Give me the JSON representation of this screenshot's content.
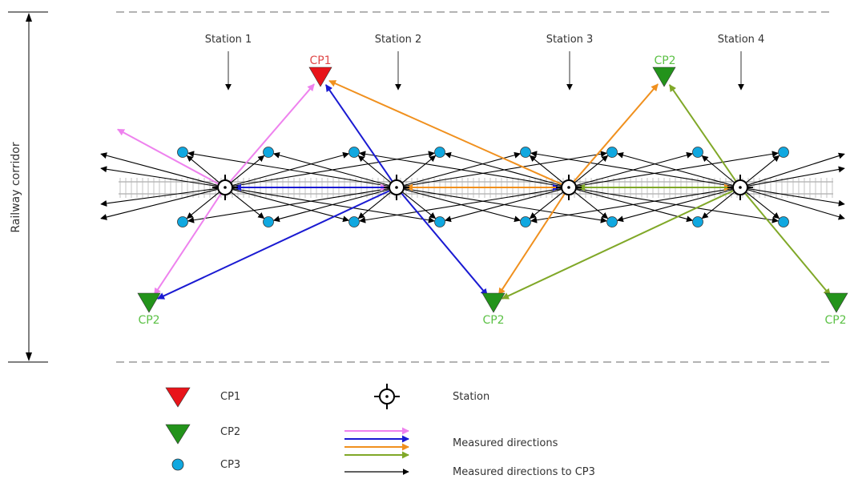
{
  "corridor_label": "Railway corridor",
  "stations": [
    {
      "label": "Station 1"
    },
    {
      "label": "Station 2"
    },
    {
      "label": "Station 3"
    },
    {
      "label": "Station 4"
    }
  ],
  "control_points": {
    "cp1_top": "CP1",
    "cp2_top": "CP2",
    "cp2_bottom_left": "CP2",
    "cp2_bottom_mid": "CP2",
    "cp2_bottom_right": "CP2"
  },
  "legend": {
    "cp1": "CP1",
    "cp2": "CP2",
    "cp3": "CP3",
    "station": "Station",
    "measured": "Measured directions",
    "measured_cp3": "Measured directions to CP3"
  },
  "colors": {
    "cp1": "#e8141a",
    "cp1_label": "#e04b4b",
    "cp2": "#23931b",
    "cp2_label": "#5cc146",
    "cp3": "#10a8e0",
    "pink": "#ee82ee",
    "blue": "#1a1ad2",
    "orange": "#f0901e",
    "olive": "#80a828",
    "black": "#000000",
    "rail": "#9a9a9a",
    "dash": "#9a9a9a"
  }
}
